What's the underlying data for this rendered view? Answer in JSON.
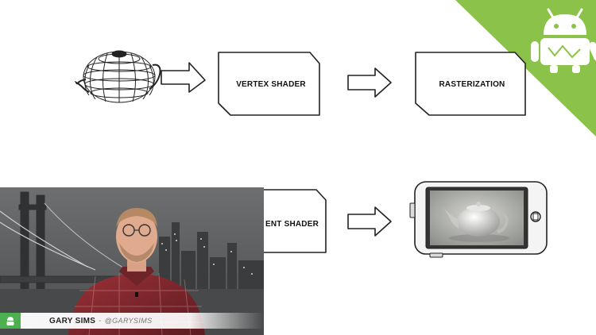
{
  "diagram": {
    "step_vertex_shader": "VERTEX SHADER",
    "step_rasterization": "RASTERIZATION",
    "step_fragment_shader_partial": "ENT SHADER"
  },
  "overlay": {
    "presenter_name": "GARY SIMS",
    "separator": "-",
    "presenter_handle": "@GARYSIMS"
  },
  "brand": {
    "accent_color": "#8bc34a",
    "badge_color": "#4caf50",
    "corner_icon": "android-robot-icon"
  }
}
